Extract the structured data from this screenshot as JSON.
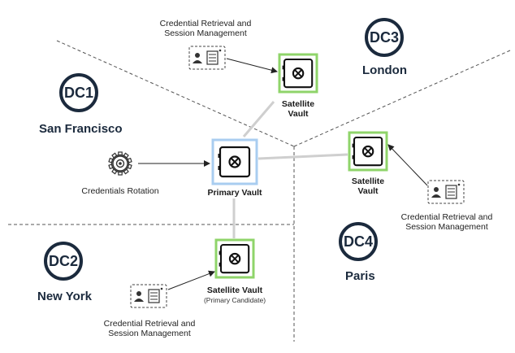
{
  "datacenters": [
    {
      "id": "dc1",
      "label": "DC1",
      "city": "San Francisco"
    },
    {
      "id": "dc2",
      "label": "DC2",
      "city": "New York"
    },
    {
      "id": "dc3",
      "label": "DC3",
      "city": "London"
    },
    {
      "id": "dc4",
      "label": "DC4",
      "city": "Paris"
    }
  ],
  "vaults": {
    "primary": {
      "label": "Primary Vault"
    },
    "london": {
      "label_line1": "Satellite",
      "label_line2": "Vault"
    },
    "paris": {
      "label_line1": "Satellite",
      "label_line2": "Vault"
    },
    "newyork": {
      "label": "Satellite Vault",
      "sublabel": "(Primary Candidate)"
    }
  },
  "rotation": {
    "label": "Credentials Rotation"
  },
  "retrieval": {
    "top": {
      "line1": "Credential Retrieval and",
      "line2": "Session Management"
    },
    "right": {
      "line1": "Credential Retrieval and",
      "line2": "Session Management"
    },
    "bottom": {
      "line1": "Credential Retrieval and",
      "line2": "Session Management"
    }
  },
  "colors": {
    "dc_ring": "#1b2a3d",
    "satellite_border": "#8fd46a",
    "primary_border": "#a9cdf0",
    "divider": "#555555",
    "link": "#c8c8c8",
    "arrow": "#222222"
  },
  "icons": [
    "vault-icon",
    "gear-icon",
    "credential-card-icon"
  ]
}
